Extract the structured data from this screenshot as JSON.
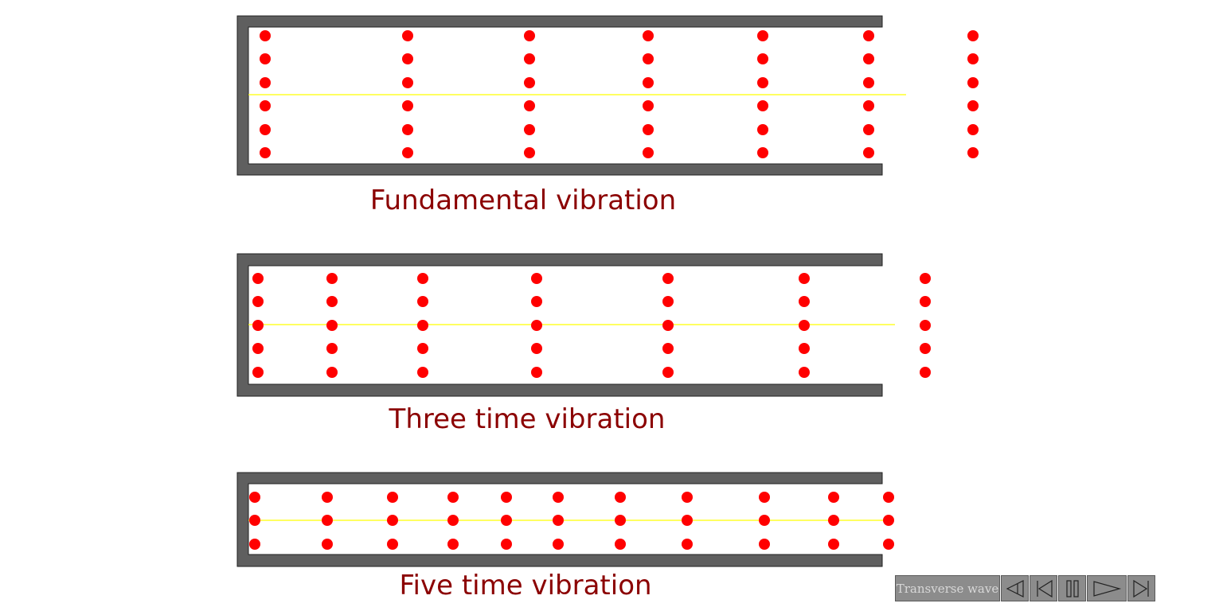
{
  "captions": {
    "fundamental": "Fundamental vibration",
    "three": "Three time vibration",
    "five": "Five time vibration"
  },
  "toolbar": {
    "mode_label": "Transverse wave",
    "buttons": [
      "back-icon",
      "rewind-icon",
      "pause-icon",
      "play-icon",
      "step-forward-icon"
    ]
  },
  "colors": {
    "tube_wall": "#5f5f5f",
    "particle": "#ff0000",
    "center_line": "#ffff00",
    "caption": "#8b0000",
    "toolbar_bg": "#8c8c8c"
  },
  "tubes": [
    {
      "name": "fundamental",
      "rows": 6,
      "particle_columns": 7,
      "open_end": "right",
      "closed_end": "left"
    },
    {
      "name": "three",
      "rows": 5,
      "particle_columns": 7,
      "open_end": "right",
      "closed_end": "left"
    },
    {
      "name": "five",
      "rows": 3,
      "particle_columns": 11,
      "open_end": "right",
      "closed_end": "left"
    }
  ]
}
